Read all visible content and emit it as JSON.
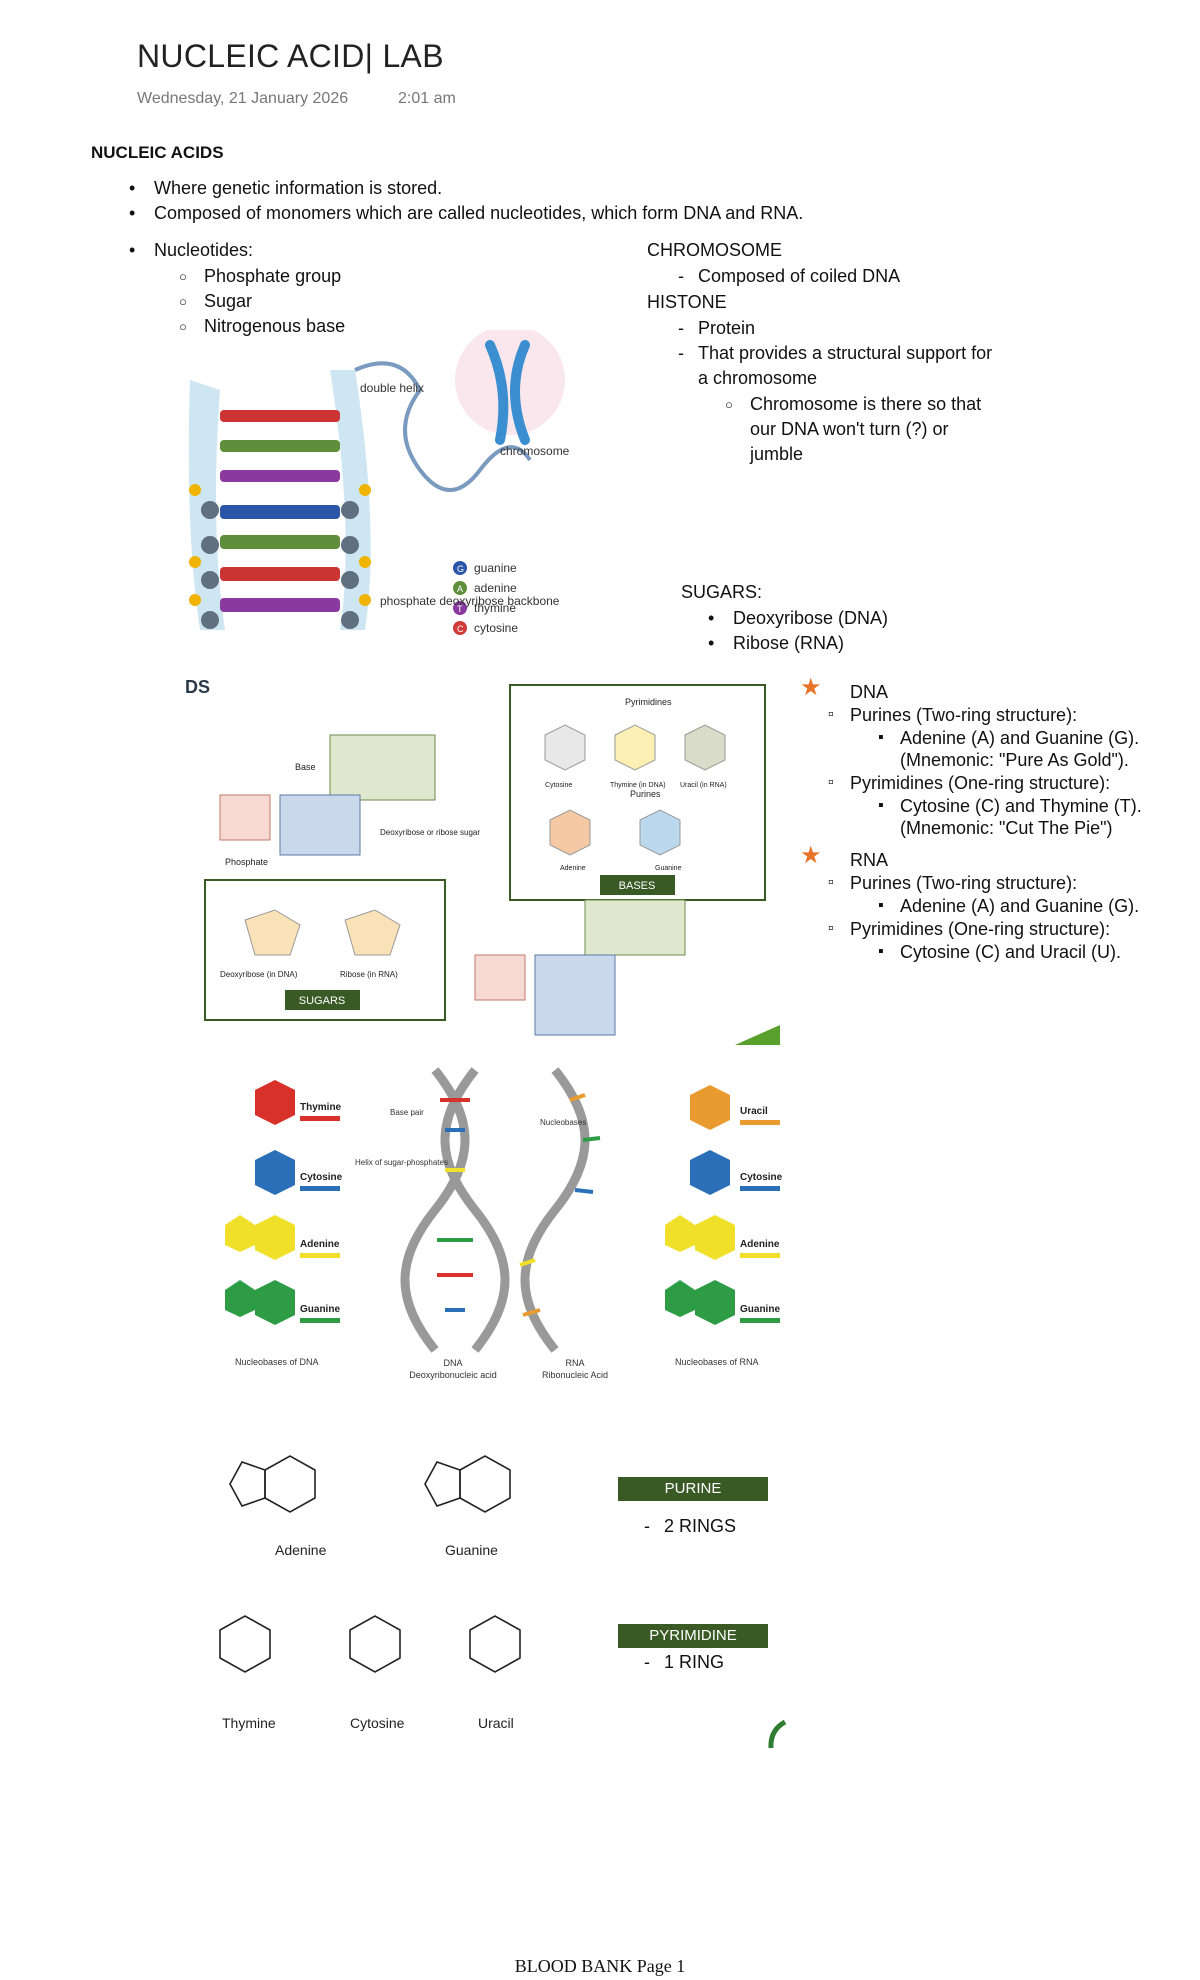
{
  "page": {
    "title": "NUCLEIC ACID| LAB",
    "date": "Wednesday, 21 January 2026",
    "time": "2:01 am",
    "footer": "BLOOD BANK Page 1"
  },
  "section1": {
    "heading": "NUCLEIC ACIDS",
    "bullets": [
      "Where genetic information is stored.",
      "Composed of monomers which are called nucleotides, which form DNA and RNA."
    ],
    "nucleotides_label": "Nucleotides:",
    "nucleotide_parts": [
      "Phosphate group",
      "Sugar",
      "Nitrogenous base"
    ]
  },
  "chromosome_notes": {
    "chromosome_label": "CHROMOSOME",
    "chromosome_desc": "Composed of coiled DNA",
    "histone_label": "HISTONE",
    "histone_items": [
      "Protein",
      "That provides a structural support for a chromosome"
    ],
    "histone_sub": "Chromosome is there so that our DNA won't turn (?) or jumble"
  },
  "sugars": {
    "label": "SUGARS:",
    "items": [
      "Deoxyribose (DNA)",
      "Ribose (RNA)"
    ]
  },
  "figure1": {
    "double_helix": "double helix",
    "chromosome": "chromosome",
    "legend": [
      "guanine",
      "adenine",
      "thymine",
      "cytosine"
    ],
    "legend_letters": [
      "G",
      "A",
      "T",
      "C"
    ],
    "legend_colors": [
      "#2b56a8",
      "#5f8f3a",
      "#8a3a9e",
      "#d33a3a"
    ],
    "backbone": "phosphate deoxyribose backbone"
  },
  "figure2": {
    "corner_text": "DS",
    "pyrimidines": "Pyrimidines",
    "purines": "Purines",
    "cytosine": "Cytosine",
    "thymine_dna": "Thymine (in DNA)",
    "uracil_rna": "Uracil (in RNA)",
    "adenine": "Adenine",
    "guanine": "Guanine",
    "bases": "BASES",
    "base": "Base",
    "phosphate": "Phosphate",
    "deoxyribose_or_ribose": "Deoxyribose or ribose sugar",
    "deoxyribose_dna": "Deoxyribose (in DNA)",
    "ribose_rna": "Ribose (in RNA)",
    "sugars": "SUGARS"
  },
  "dna_rna_notes": {
    "dna_label": "DNA",
    "dna_purines": "Purines (Two-ring structure):",
    "dna_purines_detail": "Adenine (A) and Guanine (G). (Mnemonic: \"Pure As Gold\").",
    "dna_pyrimidines": "Pyrimidines (One-ring structure):",
    "dna_pyrimidines_detail": "Cytosine (C) and Thymine (T). (Mnemonic: \"Cut The Pie\")",
    "rna_label": "RNA",
    "rna_purines": "Purines (Two-ring structure):",
    "rna_purines_detail": "Adenine (A) and Guanine (G).",
    "rna_pyrimidines": "Pyrimidines (One-ring structure):",
    "rna_pyrimidines_detail": "Cytosine (C) and Uracil (U)."
  },
  "figure3": {
    "thymine": "Thymine",
    "cytosine": "Cytosine",
    "adenine": "Adenine",
    "guanine": "Guanine",
    "uracil": "Uracil",
    "base_pair": "Base pair",
    "helix": "Helix of sugar-phosphates",
    "nucleobases": "Nucleobases",
    "nucleobases_dna": "Nucleobases of DNA",
    "dna": "DNA",
    "dna_full": "Deoxyribonucleic acid",
    "rna": "RNA",
    "rna_full": "Ribonucleic Acid",
    "nucleobases_rna": "Nucleobases of RNA"
  },
  "figure4": {
    "adenine": "Adenine",
    "guanine": "Guanine",
    "thymine": "Thymine",
    "cytosine": "Cytosine",
    "uracil": "Uracil",
    "purine_box": "PURINE",
    "purine_note": "2 RINGS",
    "pyrimidine_box": "PYRIMIDINE",
    "pyrimidine_note": "1 RING"
  }
}
